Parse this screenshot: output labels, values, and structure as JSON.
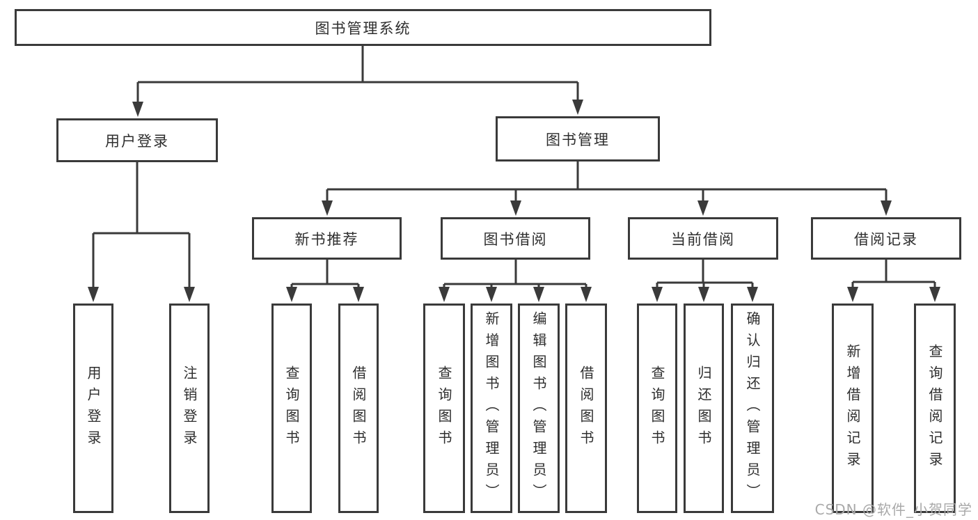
{
  "tree": {
    "root": {
      "label": "图书管理系统"
    },
    "branches": [
      {
        "label": "用户登录",
        "leaves": [
          "用户登录",
          "注销登录"
        ]
      },
      {
        "label": "图书管理",
        "groups": [
          {
            "label": "新书推荐",
            "leaves": [
              "查询图书",
              "借阅图书"
            ]
          },
          {
            "label": "图书借阅",
            "leaves": [
              "查询图书",
              "新增图书（管理员）",
              "编辑图书（管理员）",
              "借阅图书"
            ]
          },
          {
            "label": "当前借阅",
            "leaves": [
              "查询图书",
              "归还图书",
              "确认归还（管理员）"
            ]
          },
          {
            "label": "借阅记录",
            "leaves": [
              "新增借阅记录",
              "查询借阅记录"
            ]
          }
        ]
      }
    ]
  },
  "watermark": {
    "text": "CSDN @软件_小贺同学"
  },
  "colors": {
    "line": "#3a3a3a",
    "text": "#2e2e2e",
    "watermark": "#a9a9a9",
    "background": "#ffffff"
  }
}
